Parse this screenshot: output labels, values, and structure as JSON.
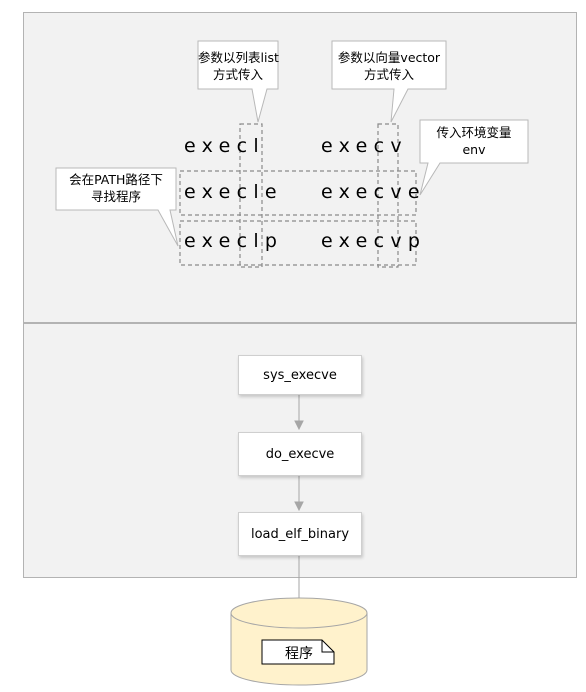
{
  "callouts": {
    "list": "参数以列表list\n方式传入",
    "vector": "参数以向量vector\n方式传入",
    "env": "传入环境变量\nenv",
    "path": "会在PATH路径下\n寻找程序"
  },
  "functions": {
    "execl": "execl",
    "execv": "execv",
    "execle": "execle",
    "execve": "execve",
    "execlp": "execlp",
    "execvp": "execvp"
  },
  "kernel_flow": [
    "sys_execve",
    "do_execve",
    "load_elf_binary"
  ],
  "storage": {
    "label": "程序"
  },
  "colors": {
    "panel_bg": "#f2f2f2",
    "panel_border": "#b3b3b3",
    "dashed": "#8a8a8a",
    "arrow": "#a6a6a6",
    "cylinder_fill": "#fff2cc",
    "cylinder_stroke": "#a6a6a6"
  }
}
